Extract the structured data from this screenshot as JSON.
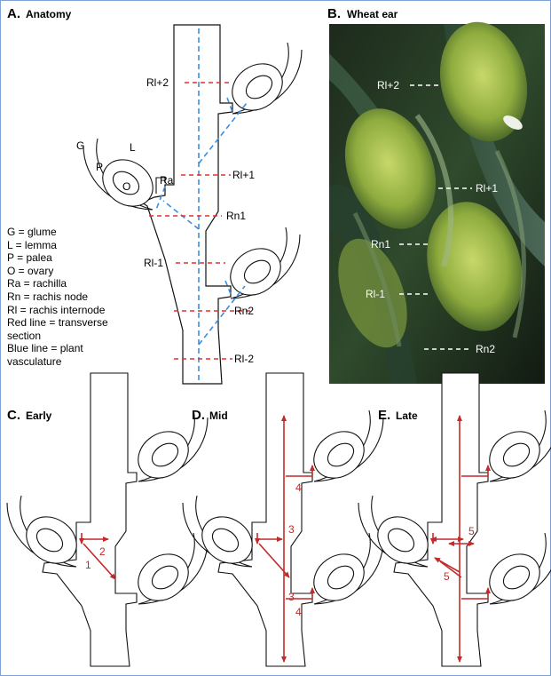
{
  "colors": {
    "section_line": "#e0302e",
    "vasculature": "#3a8fe0",
    "arrow": "#c42a2a",
    "outline": "#111111"
  },
  "panels": {
    "a": {
      "letter": "A.",
      "title": "Anatomy"
    },
    "b": {
      "letter": "B.",
      "title": "Wheat ear"
    },
    "c": {
      "letter": "C.",
      "title": "Early"
    },
    "d": {
      "letter": "D.",
      "title": "Mid"
    },
    "e": {
      "letter": "E.",
      "title": "Late"
    }
  },
  "anatomy_labels": {
    "rl_plus2": "Rl+2",
    "rl_plus1": "Rl+1",
    "rn1": "Rn1",
    "rl_minus1": "Rl-1",
    "rn2": "Rn2",
    "rl_minus2": "Rl-2",
    "g": "G",
    "l": "L",
    "p": "P",
    "o": "O",
    "ra": "Ra"
  },
  "legend": [
    "G = glume",
    "L = lemma",
    "P = palea",
    "O = ovary",
    "Ra = rachilla",
    "Rn = rachis node",
    "Rl = rachis internode",
    "Red line = transverse",
    "section",
    "Blue line = plant",
    "vasculature"
  ],
  "photo_labels": {
    "rl_plus2": "Rl+2",
    "rl_plus1": "Rl+1",
    "rn1": "Rn1",
    "rl_minus1": "Rl-1",
    "rn2": "Rn2"
  },
  "arrow_numbers": {
    "c": [
      "1",
      "2"
    ],
    "d": [
      "3",
      "4",
      "3",
      "4"
    ],
    "e": [
      "5",
      "5"
    ]
  }
}
